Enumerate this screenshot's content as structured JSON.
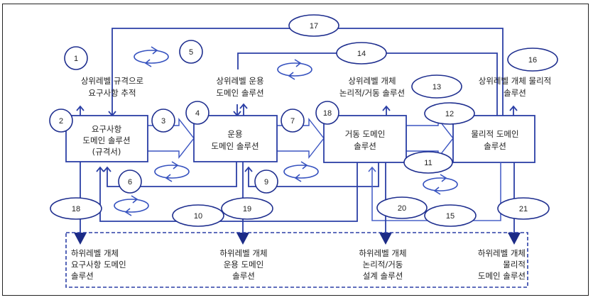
{
  "diagram": {
    "colors": {
      "line": "#2b3fa6",
      "ellipse": "#1f2f8f",
      "arrow_fill": "#1c2b86",
      "text": "#222222"
    },
    "domain_boxes": [
      {
        "id": "req",
        "lines": [
          "요구사항",
          "도메인 솔루션",
          "(규격서)"
        ]
      },
      {
        "id": "ops",
        "lines": [
          "운용",
          "도메인 솔루션"
        ]
      },
      {
        "id": "beh",
        "lines": [
          "거동 도메인",
          "솔루션"
        ]
      },
      {
        "id": "phy",
        "lines": [
          "물리적 도메인",
          "솔루션"
        ]
      }
    ],
    "upper_labels": [
      {
        "id": "upper-req",
        "lines": [
          "상위레벨 규격으로",
          "요구사항 추적"
        ]
      },
      {
        "id": "upper-ops",
        "lines": [
          "상위레벨 운용",
          "도메인 솔루션"
        ]
      },
      {
        "id": "upper-beh",
        "lines": [
          "상위레벨 개체",
          "논리적/거동 솔루션"
        ]
      },
      {
        "id": "upper-phy",
        "lines": [
          "상위레벨 개체 물리적",
          "솔루션"
        ]
      }
    ],
    "lower_labels": [
      {
        "id": "lower-req",
        "lines": [
          "하위레벨 개체",
          "요구사항 도메인",
          "솔루션"
        ]
      },
      {
        "id": "lower-ops",
        "lines": [
          "하위레벨 개체",
          "운용 도메인",
          "솔루션"
        ]
      },
      {
        "id": "lower-beh",
        "lines": [
          "하위레벨 개체",
          "논리적/거동",
          "설계 솔루션"
        ]
      },
      {
        "id": "lower-phy",
        "lines": [
          "하위레벨 개체",
          "물리적",
          "도메인 솔루션"
        ]
      }
    ],
    "markers": [
      "1",
      "2",
      "3",
      "4",
      "5",
      "6",
      "7",
      "9",
      "10",
      "11",
      "12",
      "13",
      "14",
      "15",
      "16",
      "17",
      "18",
      "18",
      "19",
      "20",
      "21"
    ],
    "marker_labels": {
      "m1": "1",
      "m2": "2",
      "m3": "3",
      "m4": "4",
      "m5": "5",
      "m6": "6",
      "m7": "7",
      "m9": "9",
      "m10": "10",
      "m11": "11",
      "m12": "12",
      "m13": "13",
      "m14": "14",
      "m15": "15",
      "m16": "16",
      "m17": "17",
      "m18a": "18",
      "m18b": "18",
      "m19": "19",
      "m20": "20",
      "m21": "21"
    }
  }
}
